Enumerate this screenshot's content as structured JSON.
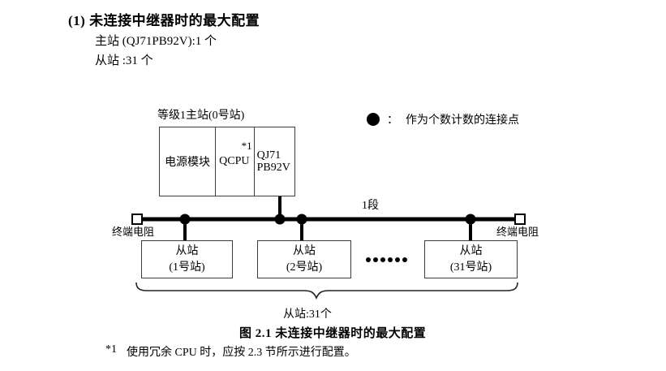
{
  "colors": {
    "ink": "#000000",
    "border": "#3d3d3d"
  },
  "header": {
    "heading": "(1) 未连接中继器时的最大配置",
    "master_line": "主站 (QJ71PB92V):1 个",
    "slave_line": "从站 :31 个"
  },
  "figure": {
    "master_station_label": "等级1主站(0号站)",
    "modules": {
      "power": "电源模块",
      "cpu": "QCPU",
      "cpu_footnote_ref": "*1",
      "network_line1": "QJ71",
      "network_line2": "PB92V"
    },
    "legend": {
      "separator": "：",
      "text": "作为个数计数的连接点"
    },
    "segment_label": "1段",
    "left_terminator_label": "终端电阻",
    "right_terminator_label": "终端电阻",
    "slaves": [
      {
        "name": "从站",
        "station": "(1号站)"
      },
      {
        "name": "从站",
        "station": "(2号站)"
      },
      {
        "name": "从站",
        "station": "(31号站)"
      }
    ],
    "slave_count_label": "从站:31个",
    "caption": "图 2.1 未连接中继器时的最大配置"
  },
  "footnote": {
    "marker": "*1",
    "text": "使用冗余 CPU 时，应按 2.3 节所示进行配置。"
  }
}
